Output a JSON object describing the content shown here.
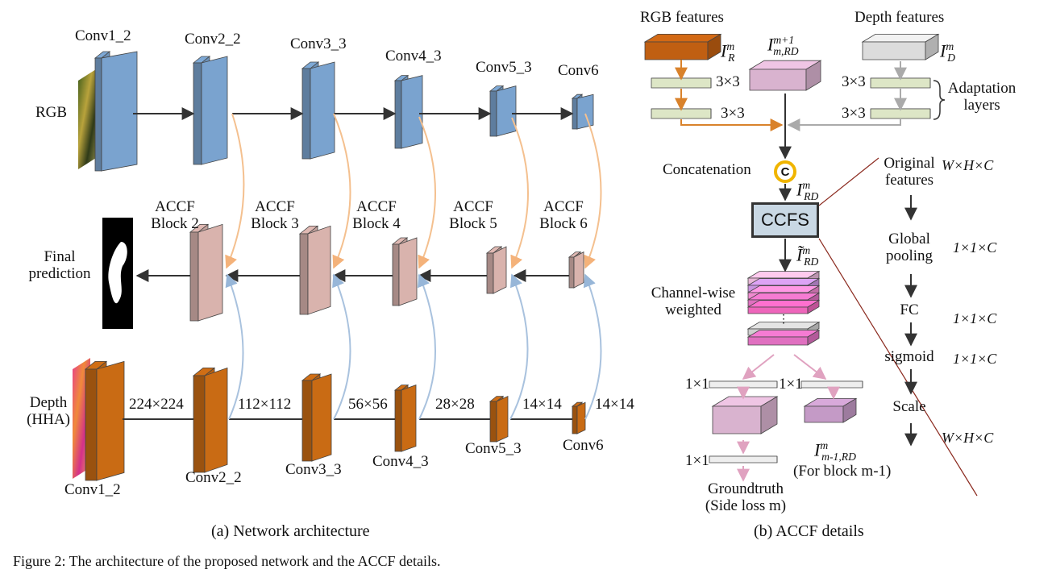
{
  "network": {
    "rgb_stages": [
      "Conv1_2",
      "Conv2_2",
      "Conv3_3",
      "Conv4_3",
      "Conv5_3",
      "Conv6"
    ],
    "depth_stages": [
      "Conv1_2",
      "Conv2_2",
      "Conv3_3",
      "Conv4_3",
      "Conv5_3",
      "Conv6"
    ],
    "resolutions": [
      "224×224",
      "112×112",
      "56×56",
      "28×28",
      "14×14",
      "14×14"
    ],
    "accf_blocks": [
      {
        "line1": "ACCF",
        "line2": "Block 2"
      },
      {
        "line1": "ACCF",
        "line2": "Block 3"
      },
      {
        "line1": "ACCF",
        "line2": "Block 4"
      },
      {
        "line1": "ACCF",
        "line2": "Block 5"
      },
      {
        "line1": "ACCF",
        "line2": "Block 6"
      }
    ],
    "rgb_label": "RGB",
    "depth_label_1": "Depth",
    "depth_label_2": "(HHA)",
    "final_1": "Final",
    "final_2": "prediction",
    "caption": "(a) Network architecture"
  },
  "accf": {
    "rgb_features": "RGB features",
    "depth_features": "Depth features",
    "conv_rgb_1": "3×3",
    "conv_rgb_2": "3×3",
    "conv_depth_1": "3×3",
    "conv_depth_2": "3×3",
    "adapt_1": "Adaptation",
    "adapt_2": "layers",
    "concatenation": "Concatenation",
    "concat_symbol": "C",
    "ccfs": "CCFS",
    "channel_weighted_1": "Channel-wise",
    "channel_weighted_2": "weighted",
    "conv_1x1_a": "1×1",
    "conv_1x1_b": "1×1",
    "conv_1x1_c": "1×1",
    "groundtruth_1": "Groundtruth",
    "groundtruth_2": "(Side loss m)",
    "for_block": "(For block m-1)",
    "ellipsis": "⋮",
    "caption": "(b) ACCF details",
    "math_I": "I",
    "sup_m": "m",
    "sup_m1": "m+1",
    "sub_R": "R",
    "sub_D": "D",
    "sub_RD": "RD",
    "sub_mRD": "m,RD",
    "sub_m1RD": "m-1,RD",
    "tilde_I": "Ĩ"
  },
  "ccfs_detail": {
    "steps": [
      "Original",
      "features",
      "Global",
      "pooling",
      "FC",
      "sigmoid",
      "Scale"
    ],
    "dims": [
      "W×H×C",
      "1×1×C",
      "1×1×C",
      "1×1×C",
      "W×H×C"
    ]
  },
  "figure_caption": "Figure 2: The architecture of the proposed network and the ACCF details.",
  "colors": {
    "rgb_block": "#7aa3cf",
    "accf_block": "#d9b3ad",
    "depth_block": "#c96b14",
    "orange_arrow": "#f4c08f",
    "blue_arrow": "#a9c2de",
    "adapt_bar": "#dde6c6",
    "rgb_feature": "#c05f12",
    "depth_feature": "#dcdcdc",
    "pink_feature": "#d9b3cf",
    "concat_ring": "#f0b500"
  }
}
